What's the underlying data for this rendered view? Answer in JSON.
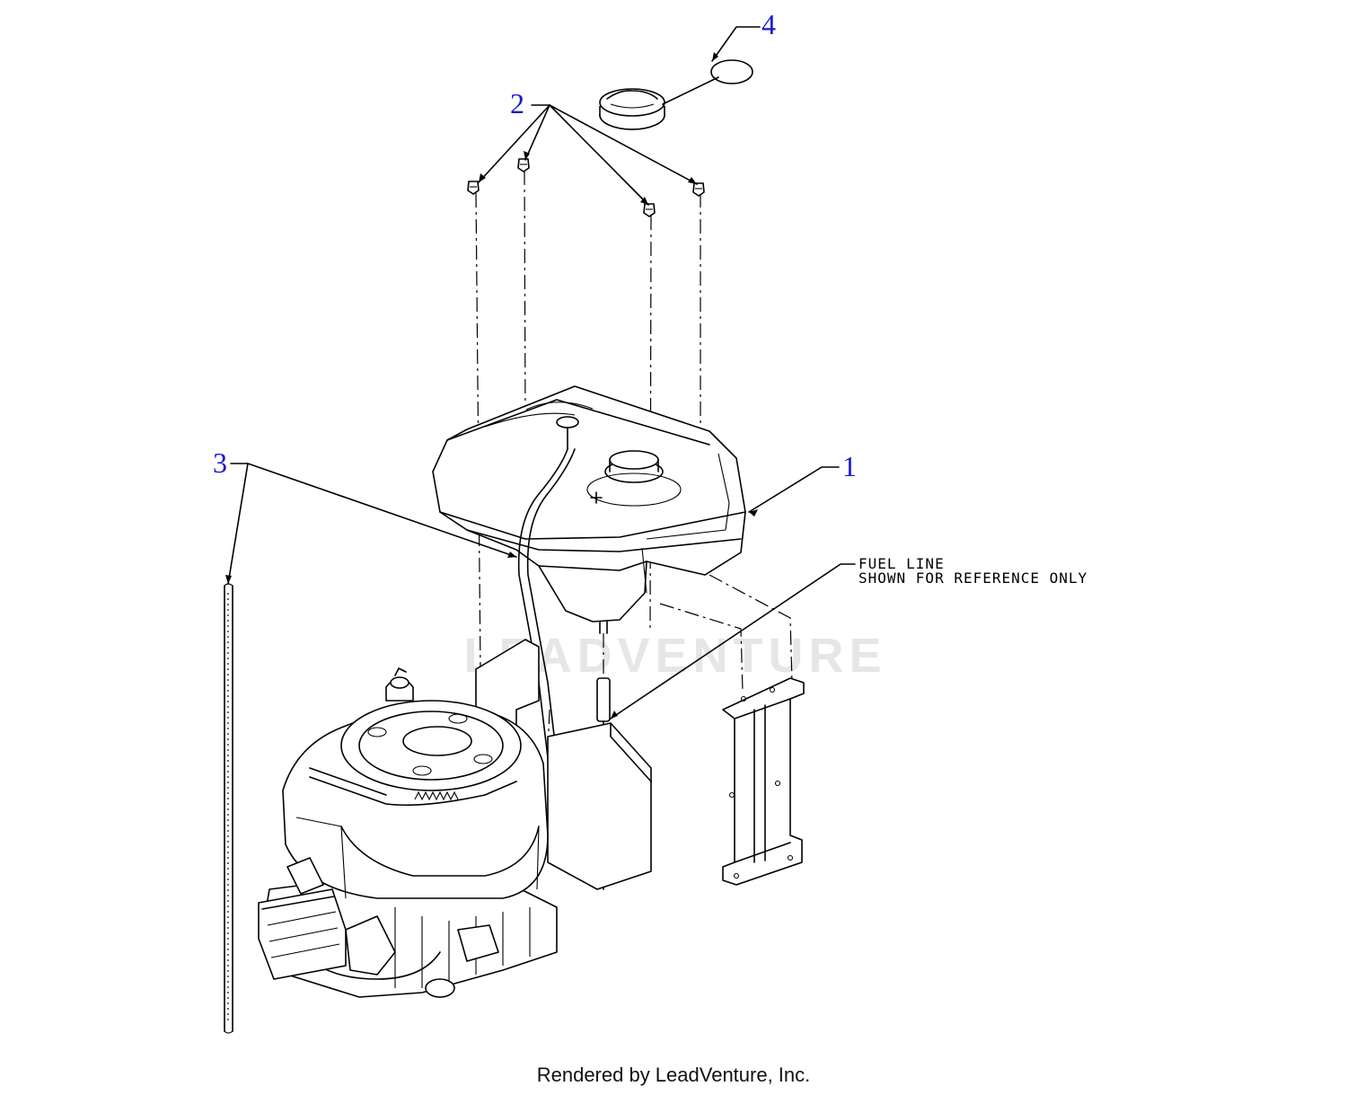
{
  "callouts": {
    "c1": "1",
    "c2": "2",
    "c3": "3",
    "c4": "4"
  },
  "note": {
    "line1": "FUEL LINE",
    "line2": "SHOWN FOR REFERENCE ONLY"
  },
  "watermark": "LEADVENTURE",
  "footer": "Rendered by LeadVenture, Inc.",
  "colors": {
    "callout": "#1a1acc",
    "line": "#000000",
    "watermark": "#e6e6e6"
  }
}
